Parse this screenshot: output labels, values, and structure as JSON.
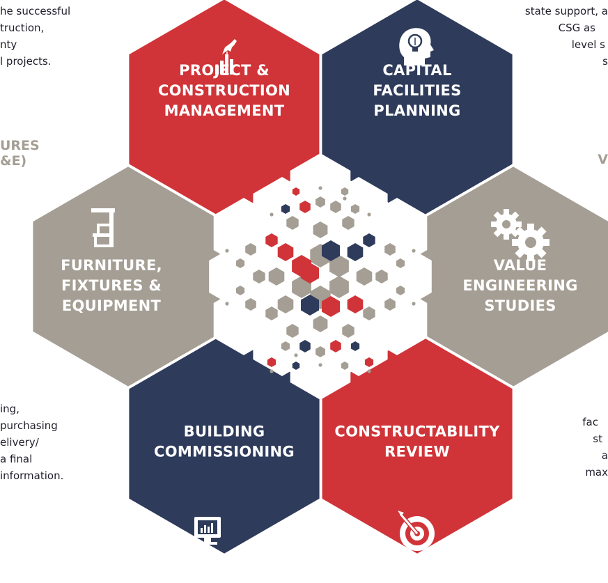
{
  "colors": {
    "red": "#d03438",
    "navy": "#2e3b5b",
    "gray": "#a59e94",
    "white": "#ffffff",
    "text": "#1f1f2b"
  },
  "hexagons": [
    {
      "key": "project",
      "label_lines": [
        "PROJECT &",
        "CONSTRUCTION",
        "MANAGEMENT"
      ],
      "color": "#d03438",
      "icon": "hand-bar-chart-icon"
    },
    {
      "key": "capital",
      "label_lines": [
        "CAPITAL",
        "FACILITIES",
        "PLANNING"
      ],
      "color": "#2e3b5b",
      "icon": "head-lightbulb-icon"
    },
    {
      "key": "value",
      "label_lines": [
        "VALUE",
        "ENGINEERING",
        "STUDIES"
      ],
      "color": "#a59e94",
      "icon": "gears-icon"
    },
    {
      "key": "constructability",
      "label_lines": [
        "CONSTRUCTABILITY",
        "REVIEW"
      ],
      "color": "#d03438",
      "icon": "target-arrow-icon"
    },
    {
      "key": "commissioning",
      "label_lines": [
        "BUILDING",
        "COMMISSIONING"
      ],
      "color": "#2e3b5b",
      "icon": "computer-monitor-icon"
    },
    {
      "key": "furniture",
      "label_lines": [
        "FURNITURE,",
        "FIXTURES &",
        "EQUIPMENT"
      ],
      "color": "#a59e94",
      "icon": "school-desk-icon"
    }
  ],
  "side_text": {
    "top_left": [
      "he successful",
      "truction,",
      "nty",
      "l projects."
    ],
    "top_right": [
      "state support, a",
      "CSG as",
      "level s",
      "s"
    ],
    "mid_left_heading": [
      "URES",
      "&E)"
    ],
    "mid_right_heading": [
      "V"
    ],
    "bottom_left": [
      "ing,",
      "purchasing",
      "elivery/",
      "a final",
      "information."
    ],
    "bottom_right": [
      "fac",
      "st",
      "a",
      "max"
    ]
  }
}
